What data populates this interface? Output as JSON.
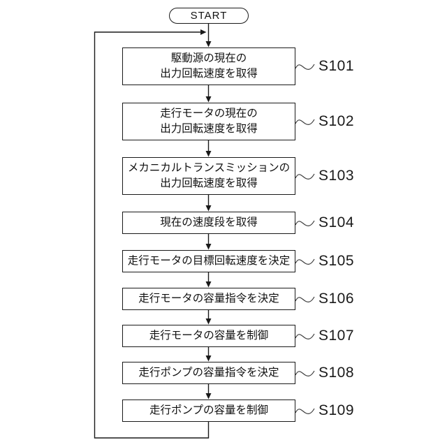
{
  "diagram": {
    "type": "flowchart",
    "start_label": "START",
    "steps": [
      {
        "label": "S101",
        "text": "駆動源の現在の\n出力回転速度を取得"
      },
      {
        "label": "S102",
        "text": "走行モータの現在の\n出力回転速度を取得"
      },
      {
        "label": "S103",
        "text": "メカニカルトランスミッションの\n出力回転速度を取得"
      },
      {
        "label": "S104",
        "text": "現在の速度段を取得"
      },
      {
        "label": "S105",
        "text": "走行モータの目標回転速度を決定"
      },
      {
        "label": "S106",
        "text": "走行モータの容量指令を決定"
      },
      {
        "label": "S107",
        "text": "走行モータの容量を制御"
      },
      {
        "label": "S108",
        "text": "走行ポンプの容量指令を決定"
      },
      {
        "label": "S109",
        "text": "走行ポンプの容量を制御"
      }
    ],
    "loop": "after S109 flow returns to before S101"
  },
  "colors": {
    "line": "#1a1a1a",
    "background": "#ffffff",
    "text": "#111111"
  }
}
